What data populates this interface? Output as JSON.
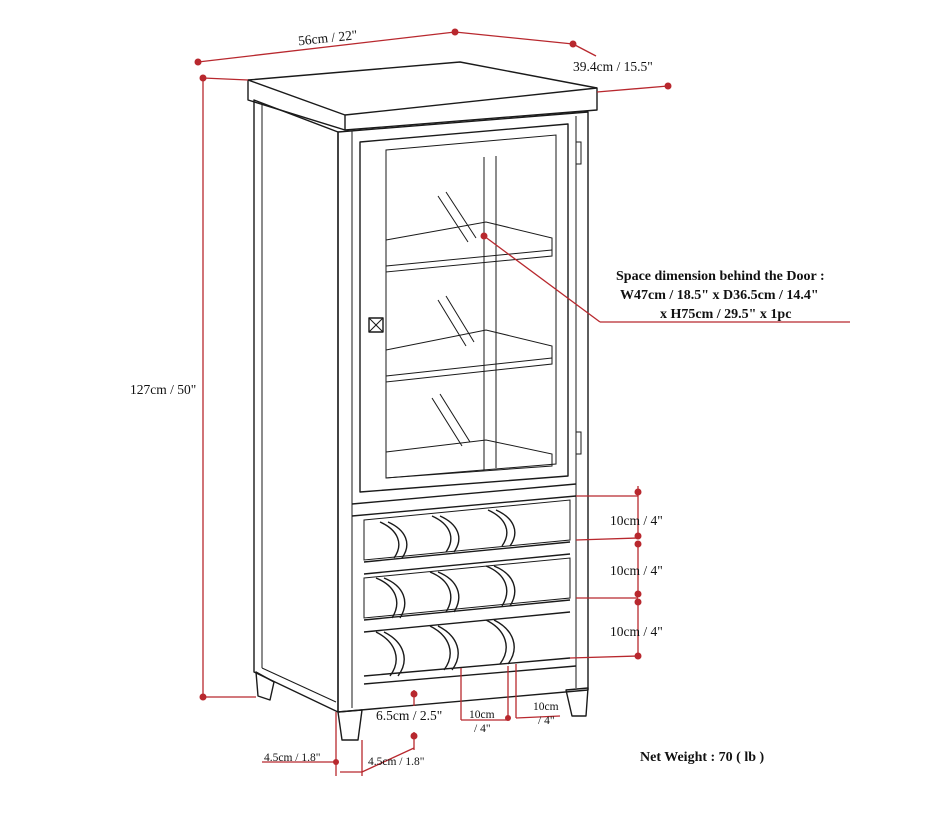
{
  "colors": {
    "dimension_line": "#b8282e",
    "drawing_line": "#1a1a1a",
    "background": "#ffffff"
  },
  "dimensions": {
    "width": "56cm / 22\"",
    "depth": "39.4cm / 15.5\"",
    "height": "127cm / 50\"",
    "rack_row_1": "10cm / 4\"",
    "rack_row_2": "10cm / 4\"",
    "rack_row_3": "10cm / 4\"",
    "leg_clearance": "6.5cm / 2.5\"",
    "slot_width_1_line1": "10cm",
    "slot_width_1_line2": "/ 4\"",
    "slot_width_2_line1": "10cm",
    "slot_width_2_line2": "/ 4\"",
    "leg_left": "4.5cm / 1.8\"",
    "leg_right": "4.5cm / 1.8\""
  },
  "space_note": {
    "line1": "Space dimension behind the Door  :",
    "line2": "W47cm / 18.5\" x D36.5cm / 14.4\"",
    "line3": "x H75cm / 29.5\" x 1pc"
  },
  "net_weight": "Net Weight : 70 ( lb )"
}
